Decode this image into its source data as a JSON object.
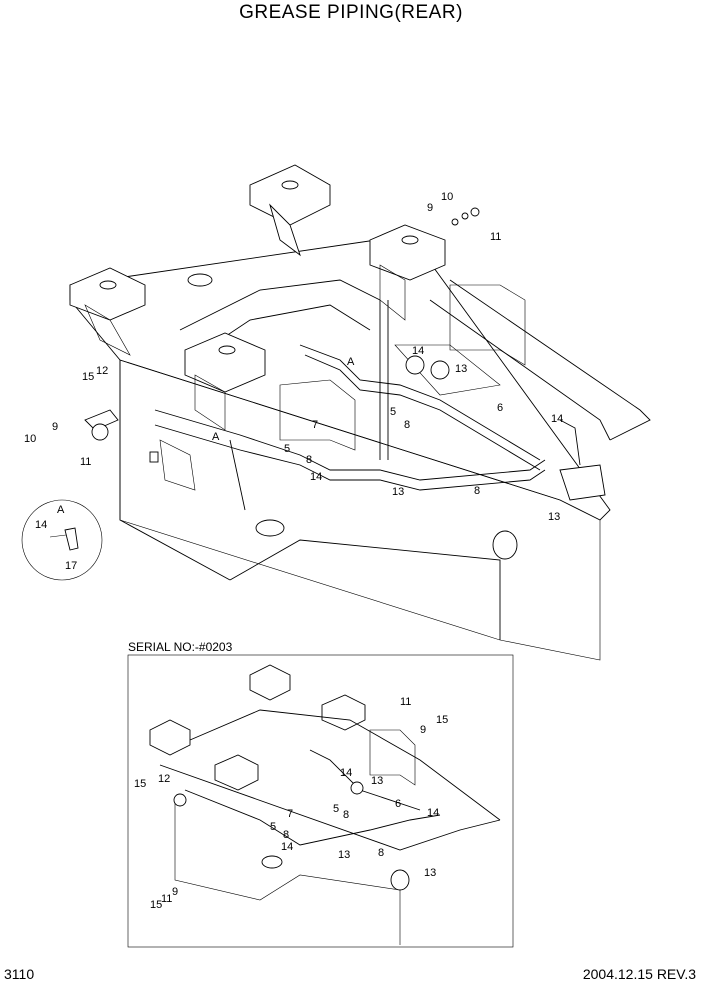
{
  "title": "GREASE PIPING(REAR)",
  "page_number": "3110",
  "date_rev": "2004.12.15  REV.3",
  "serial_label": "SERIAL NO:-#0203",
  "detail_label": "A",
  "main_callouts": [
    "10",
    "9",
    "11",
    "14",
    "13",
    "A",
    "5",
    "8",
    "6",
    "14",
    "7",
    "5",
    "8",
    "14",
    "13",
    "8",
    "13",
    "15",
    "12",
    "9",
    "10",
    "11",
    "A"
  ],
  "detail_callouts": [
    "14",
    "17"
  ],
  "inset_callouts": [
    "11",
    "15",
    "9",
    "14",
    "13",
    "6",
    "14",
    "15",
    "12",
    "5",
    "8",
    "7",
    "5",
    "8",
    "14",
    "13",
    "8",
    "13",
    "15",
    "11",
    "9"
  ]
}
